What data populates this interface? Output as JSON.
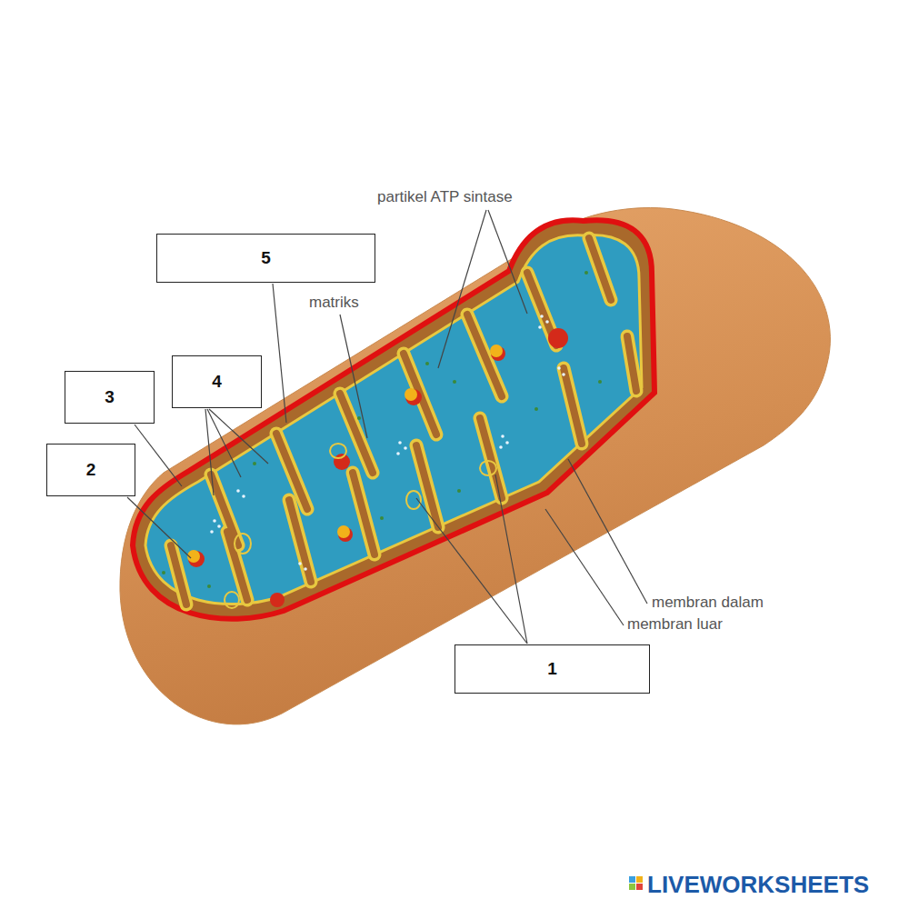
{
  "diagram": {
    "nodes": [
      {
        "text": [
          "5"
        ]
      },
      {
        "text": [
          "4"
        ]
      },
      {
        "text": [
          "3"
        ]
      },
      {
        "text": [
          "2"
        ]
      },
      {
        "text": [
          "1"
        ]
      }
    ],
    "labels": [
      "partikel ATP sintase",
      "matriks",
      "membran dalam",
      "membran luar",
      "LIVEWORKSHEETS"
    ]
  }
}
